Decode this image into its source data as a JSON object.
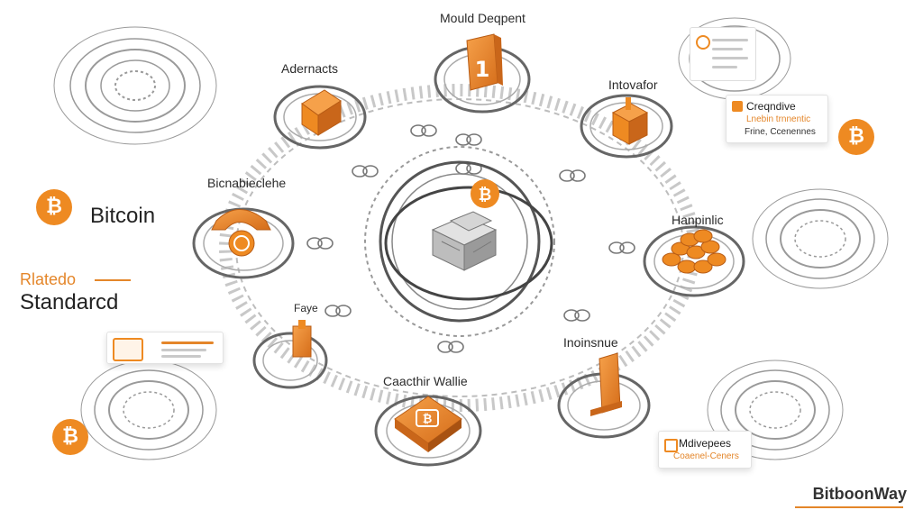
{
  "colors": {
    "accent": "#ee8a22",
    "accent_dark": "#c9661a",
    "ring": "#6f6f6f",
    "ring_light": "#c8c8c8",
    "text": "#222222",
    "background": "#ffffff"
  },
  "left_panel": {
    "bitcoin_label": "Bitcoin",
    "related_label": "Rlatedo",
    "standard_label": "Standarcd"
  },
  "nodes": {
    "top": "Mould Deqpent",
    "top_number": "1",
    "top_left": "Adernacts",
    "top_right": "Intovafor",
    "left": "Bicnabieclehe",
    "right": "Hanpinlic",
    "bottom_left": "Faye",
    "bottom": "Caacthir Wallie",
    "bottom_right": "Inoinsnue"
  },
  "cards": {
    "top_right_card": {
      "line1": "Creqndive",
      "line2": "Lnebin trnnentic",
      "line3": "Frine, Ccenennes"
    },
    "bottom_right_card": {
      "line1": "Mdivepees",
      "line2": "Coaenel-Ceners"
    }
  },
  "brand": {
    "name": "BitboonWay"
  },
  "icons": [
    "bitcoin-icon",
    "wallet-icon",
    "coin-stack-icon",
    "block-chain-icon",
    "gear-icon"
  ]
}
